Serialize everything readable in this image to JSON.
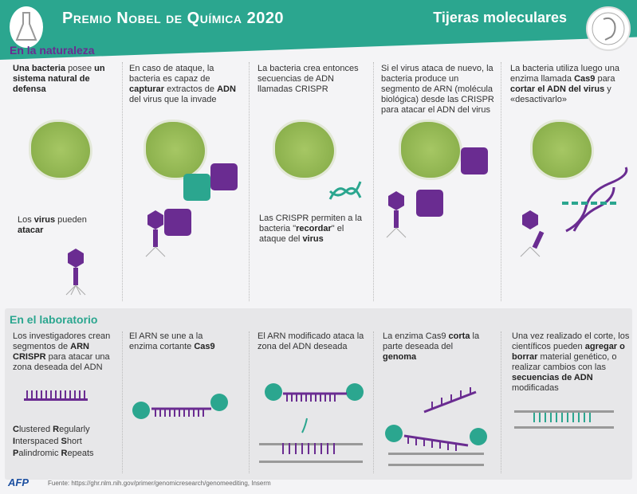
{
  "header": {
    "title": "Premio Nobel de Química 2020",
    "subtitle": "Tijeras moleculares"
  },
  "nature": {
    "heading": "En la naturaleza",
    "steps": [
      [
        {
          "t": "Una bacteria",
          "b": 1
        },
        {
          "t": " posee "
        },
        {
          "t": "un sistema natural de defensa",
          "b": 1
        }
      ],
      [
        {
          "t": "En caso de ataque, la bacteria es capaz de "
        },
        {
          "t": "capturar",
          "b": 1
        },
        {
          "t": " extractos de "
        },
        {
          "t": "ADN",
          "b": 1
        },
        {
          "t": " del virus que la invade"
        }
      ],
      [
        {
          "t": "La bacteria crea entonces secuencias de ADN llamadas CRISPR"
        }
      ],
      [
        {
          "t": "Si el virus ataca de nuevo, la bacteria produce un segmento de ARN (molécula biológica) desde las CRISPR para atacar el ADN del virus"
        }
      ],
      [
        {
          "t": "La bacteria utiliza luego una enzima llamada "
        },
        {
          "t": "Cas9",
          "b": 1
        },
        {
          "t": " para "
        },
        {
          "t": "cortar el ADN del virus",
          "b": 1
        },
        {
          "t": " y «desactivarlo»"
        }
      ]
    ],
    "virus_note": [
      {
        "t": "Los "
      },
      {
        "t": "virus",
        "b": 1
      },
      {
        "t": " pueden "
      },
      {
        "t": "atacar",
        "b": 1
      }
    ],
    "crispr_note": [
      {
        "t": "Las CRISPR permiten a la bacteria \""
      },
      {
        "t": "recordar",
        "b": 1
      },
      {
        "t": "\" el ataque del "
      },
      {
        "t": "virus",
        "b": 1
      }
    ]
  },
  "lab": {
    "heading": "En el laboratorio",
    "steps": [
      [
        {
          "t": "Los investigadores crean segmentos de "
        },
        {
          "t": "ARN CRISPR",
          "b": 1
        },
        {
          "t": " para atacar una zona deseada del ADN"
        }
      ],
      [
        {
          "t": "El ARN se une a la enzima cortante "
        },
        {
          "t": "Cas9",
          "b": 1
        }
      ],
      [
        {
          "t": "El ARN modificado ataca la zona del ADN deseada"
        }
      ],
      [
        {
          "t": "La enzima Cas9 "
        },
        {
          "t": "corta",
          "b": 1
        },
        {
          "t": " la parte deseada del "
        },
        {
          "t": "genoma",
          "b": 1
        }
      ],
      [
        {
          "t": "Una vez realizado el corte, los científicos pueden "
        },
        {
          "t": "agregar o borrar",
          "b": 1
        },
        {
          "t": " material genético, o realizar cambios con las "
        },
        {
          "t": "secuencias de ADN",
          "b": 1
        },
        {
          "t": " modificadas"
        }
      ]
    ],
    "acronym": [
      [
        {
          "t": "C",
          "b": 1
        },
        {
          "t": "lustered "
        },
        {
          "t": "R",
          "b": 1
        },
        {
          "t": "egularly"
        }
      ],
      [
        {
          "t": "I",
          "b": 1
        },
        {
          "t": "nterspaced "
        },
        {
          "t": "S",
          "b": 1
        },
        {
          "t": "hort"
        }
      ],
      [
        {
          "t": "P",
          "b": 1
        },
        {
          "t": "alindromic "
        },
        {
          "t": "R",
          "b": 1
        },
        {
          "t": "epeats"
        }
      ]
    ]
  },
  "footer": {
    "logo": "AFP",
    "source": "Fuente: https://ghr.nlm.nih.gov/primer/genomicresearch/genomeediting, Inserm"
  },
  "colors": {
    "teal": "#2ba68f",
    "purple": "#6a2c91",
    "green": "#8db24e"
  }
}
